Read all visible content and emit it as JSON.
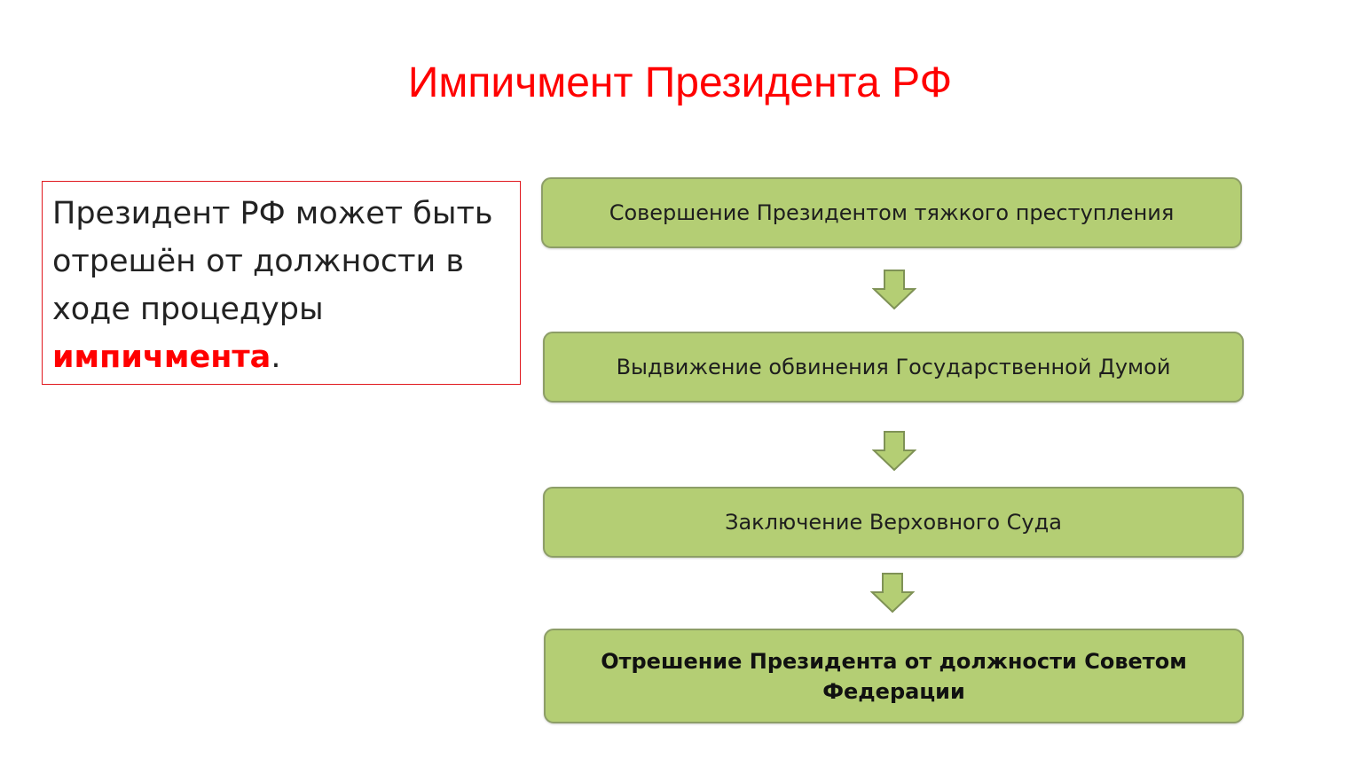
{
  "title": "Импичмент Президента РФ",
  "info": {
    "text": "Президент РФ может быть отрешён от должности в ходе процедуры ",
    "highlight": "импичмента",
    "suffix": "."
  },
  "steps": [
    {
      "label": "Совершение Президентом тяжкого преступления"
    },
    {
      "label": "Выдвижение обвинения Государственной Думой"
    },
    {
      "label": "Заключение Верховного Суда"
    },
    {
      "label": "Отрешение Президента от должности Советом Федерации"
    }
  ],
  "colors": {
    "title": "#ff0000",
    "box_fill": "#b4ce74",
    "box_border": "#8d9e67",
    "arrow_fill": "#b4ce74",
    "arrow_stroke": "#7f9256"
  },
  "icons": {
    "arrow": "down-arrow-icon"
  }
}
